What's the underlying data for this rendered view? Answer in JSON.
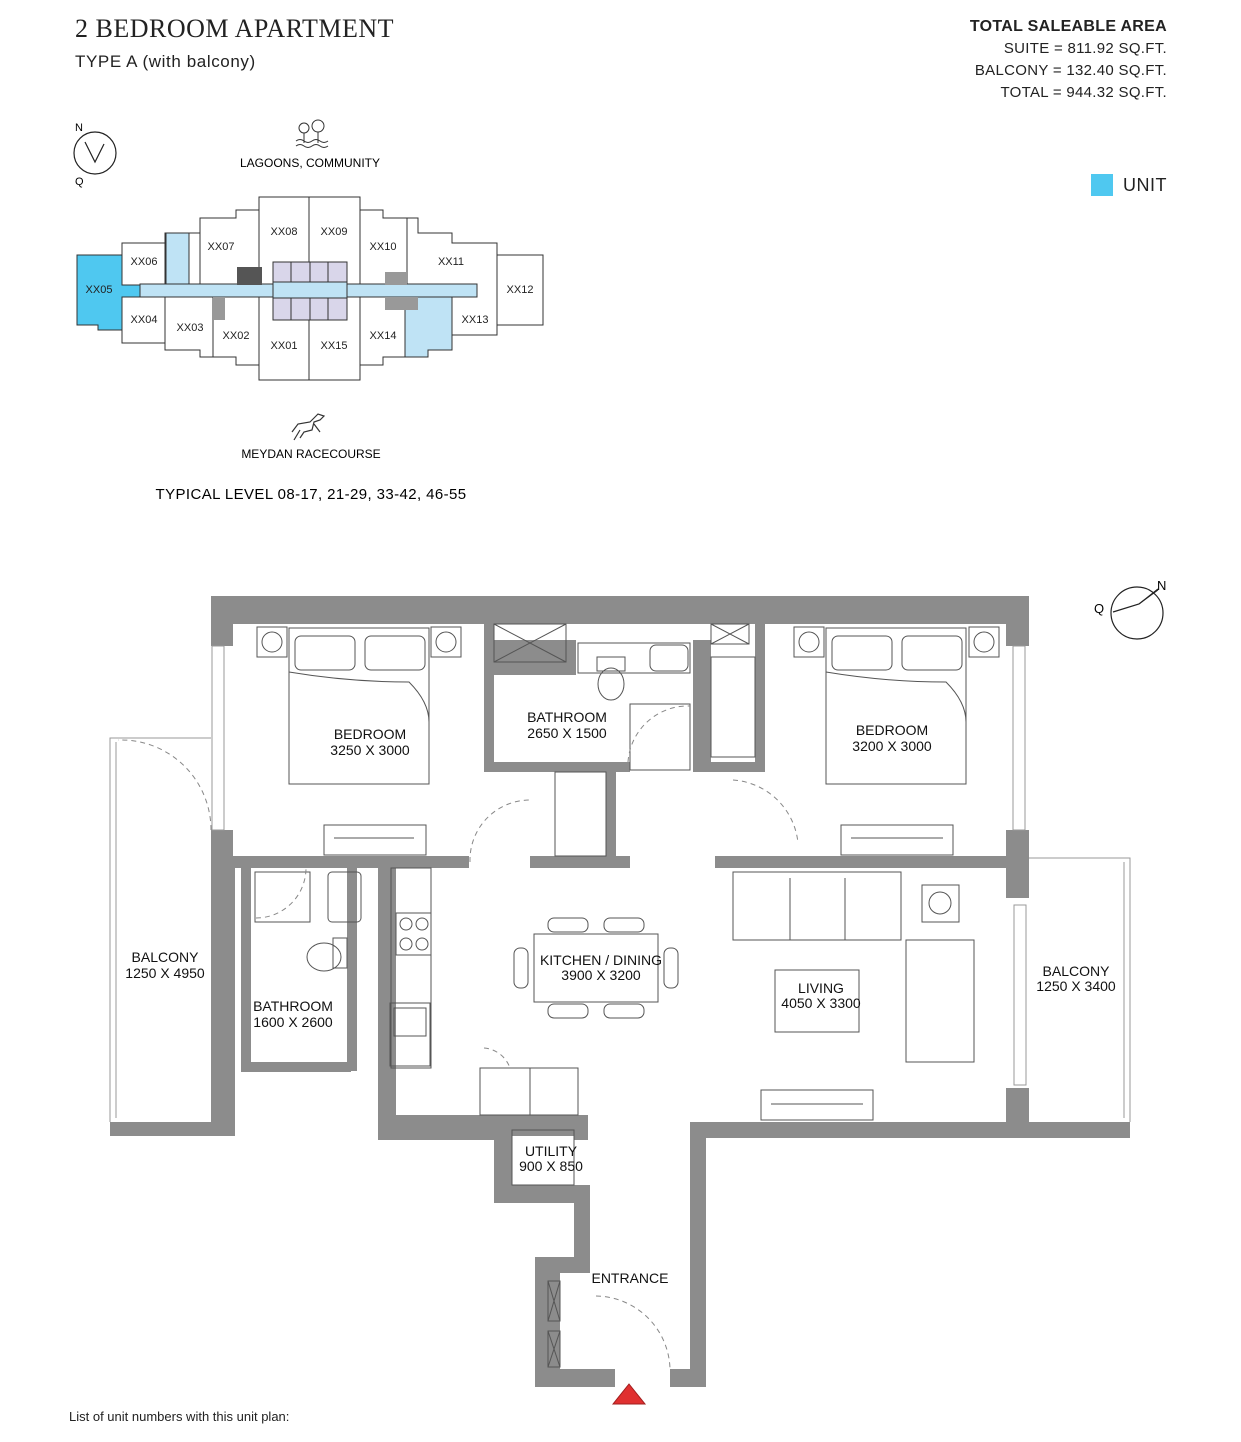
{
  "header": {
    "title": "2 BEDROOM APARTMENT",
    "subtitle": "TYPE A (with balcony)"
  },
  "area": {
    "heading": "TOTAL SALEABLE AREA",
    "suite": "SUITE = 811.92 SQ.FT.",
    "balcony": "BALCONY = 132.40 SQ.FT.",
    "total": "TOTAL = 944.32 SQ.FT."
  },
  "legend": {
    "label": "UNIT",
    "color": "#4fc8f0"
  },
  "keyplan": {
    "compass_n": "N",
    "compass_q": "Q",
    "top_label": "LAGOONS, COMMUNITY",
    "bottom_label": "MEYDAN RACECOURSE",
    "levels": "TYPICAL LEVEL 08-17, 21-29, 33-42, 46-55",
    "units": [
      "XX01",
      "XX02",
      "XX03",
      "XX04",
      "XX05",
      "XX06",
      "XX07",
      "XX08",
      "XX09",
      "XX10",
      "XX11",
      "XX12",
      "XX13",
      "XX14",
      "XX15"
    ],
    "highlight_color": "#4fc8f0",
    "corridor_color": "#bfe3f5",
    "core_color": "#d9d6ea"
  },
  "plan": {
    "compass_n": "N",
    "compass_q": "Q",
    "rooms": {
      "bedroom1_name": "BEDROOM",
      "bedroom1_size": "3250 X 3000",
      "bathroom1_name": "BATHROOM",
      "bathroom1_size": "2650 X 1500",
      "bedroom2_name": "BEDROOM",
      "bedroom2_size": "3200 X 3000",
      "balcony1_name": "BALCONY",
      "balcony1_size": "1250 X 4950",
      "bathroom2_name": "BATHROOM",
      "bathroom2_size": "1600 X 2600",
      "kitchen_name": "KITCHEN / DINING",
      "kitchen_size": "3900 X 3200",
      "living_name": "LIVING",
      "living_size": "4050 X 3300",
      "balcony2_name": "BALCONY",
      "balcony2_size": "1250 X 3400",
      "utility_name": "UTILITY",
      "utility_size": "900 X 850",
      "entrance_name": "ENTRANCE"
    },
    "wall_color": "#8c8c8c",
    "entrance_marker_color": "#e03030"
  },
  "footer": {
    "note": "List of unit numbers with this unit plan:"
  }
}
